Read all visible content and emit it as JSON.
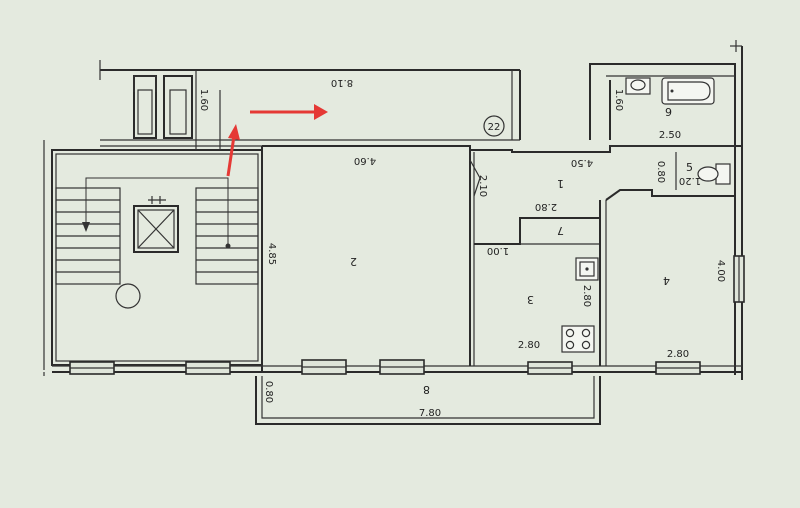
{
  "plan": {
    "colors": {
      "background": "#e4eadf",
      "walls": "#2b2b2b",
      "arrow": "#e53935"
    },
    "room_numbers": [
      "2",
      "1",
      "3",
      "4",
      "5",
      "6",
      "7",
      "8"
    ],
    "dimensions": [
      "8.10",
      "1.60",
      "4.60",
      "4.50",
      "2.10",
      "2.80",
      "1.00",
      "4.85",
      "2.80",
      "2.80",
      "2.80",
      "4.00",
      "1.60",
      "2.50",
      "0.80",
      "1.20",
      "0.80",
      "7.80"
    ],
    "tag": "22",
    "icons": [
      "stair-arrow-icon",
      "elevator-icon",
      "column-icon",
      "sink-icon",
      "stove-icon",
      "bathtub-icon",
      "toilet-icon",
      "entry-arrow-icon"
    ]
  }
}
